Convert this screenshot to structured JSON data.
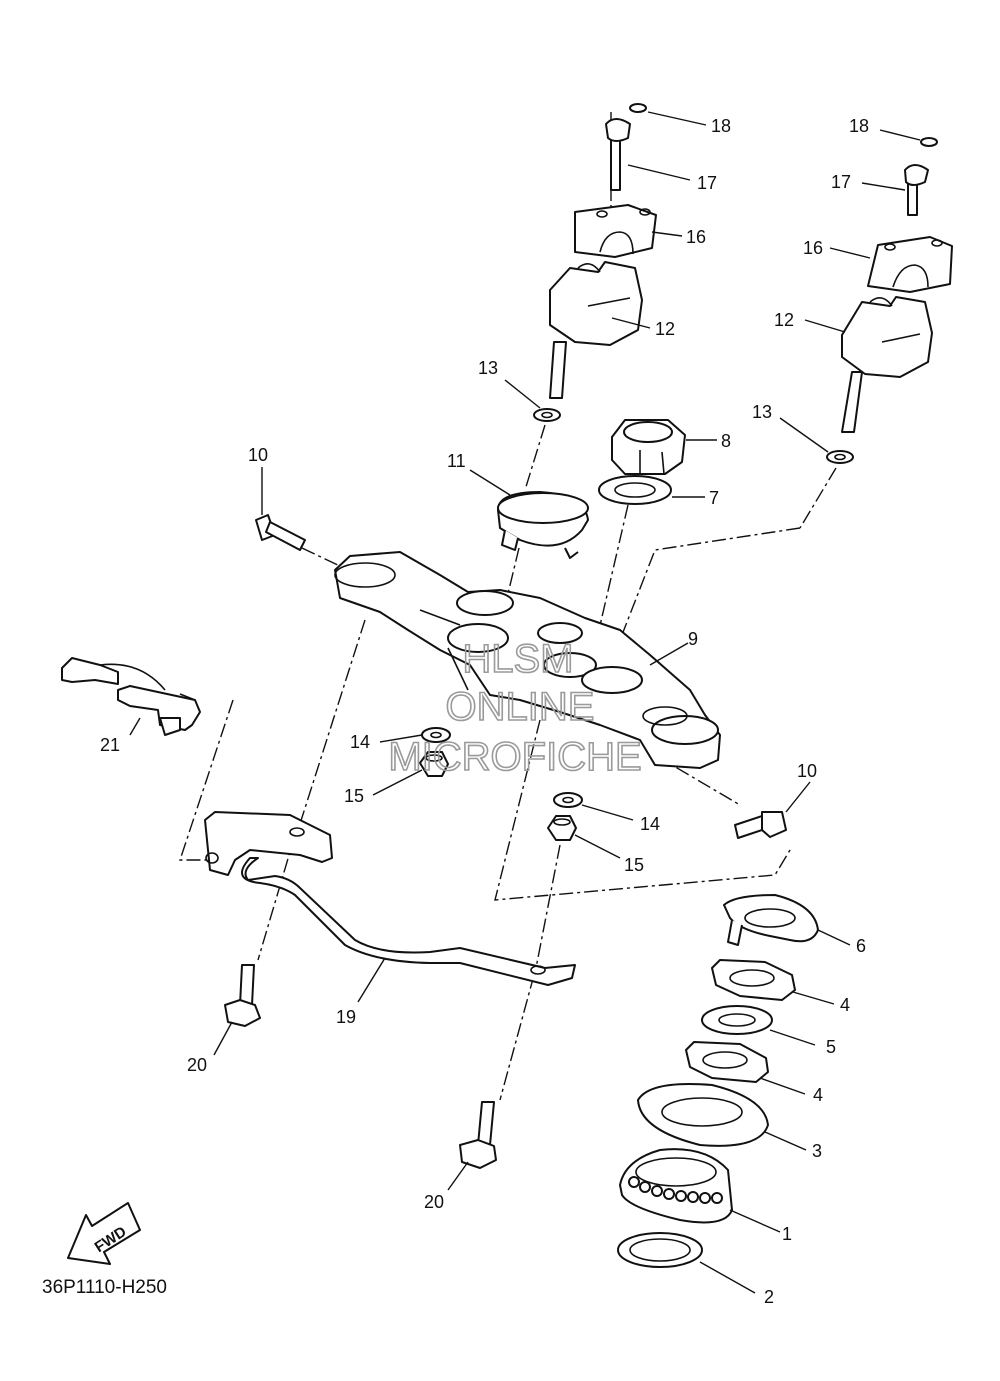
{
  "diagram": {
    "code": "36P1110-H250",
    "fwd_label": "FWD",
    "watermark": [
      "HLSM",
      "ONLINE",
      "MICROFICHE"
    ],
    "callouts": [
      {
        "id": "c1",
        "text": "1"
      },
      {
        "id": "c2",
        "text": "2"
      },
      {
        "id": "c3",
        "text": "3"
      },
      {
        "id": "c4a",
        "text": "4"
      },
      {
        "id": "c4b",
        "text": "4"
      },
      {
        "id": "c5",
        "text": "5"
      },
      {
        "id": "c6",
        "text": "6"
      },
      {
        "id": "c7",
        "text": "7"
      },
      {
        "id": "c8",
        "text": "8"
      },
      {
        "id": "c9",
        "text": "9"
      },
      {
        "id": "c10a",
        "text": "10"
      },
      {
        "id": "c10b",
        "text": "10"
      },
      {
        "id": "c11",
        "text": "11"
      },
      {
        "id": "c12a",
        "text": "12"
      },
      {
        "id": "c12b",
        "text": "12"
      },
      {
        "id": "c13a",
        "text": "13"
      },
      {
        "id": "c13b",
        "text": "13"
      },
      {
        "id": "c14a",
        "text": "14"
      },
      {
        "id": "c14b",
        "text": "14"
      },
      {
        "id": "c15a",
        "text": "15"
      },
      {
        "id": "c15b",
        "text": "15"
      },
      {
        "id": "c16a",
        "text": "16"
      },
      {
        "id": "c16b",
        "text": "16"
      },
      {
        "id": "c17a",
        "text": "17"
      },
      {
        "id": "c17b",
        "text": "17"
      },
      {
        "id": "c18a",
        "text": "18"
      },
      {
        "id": "c18b",
        "text": "18"
      },
      {
        "id": "c19",
        "text": "19"
      },
      {
        "id": "c20a",
        "text": "20"
      },
      {
        "id": "c20b",
        "text": "20"
      },
      {
        "id": "c21",
        "text": "21"
      }
    ]
  }
}
